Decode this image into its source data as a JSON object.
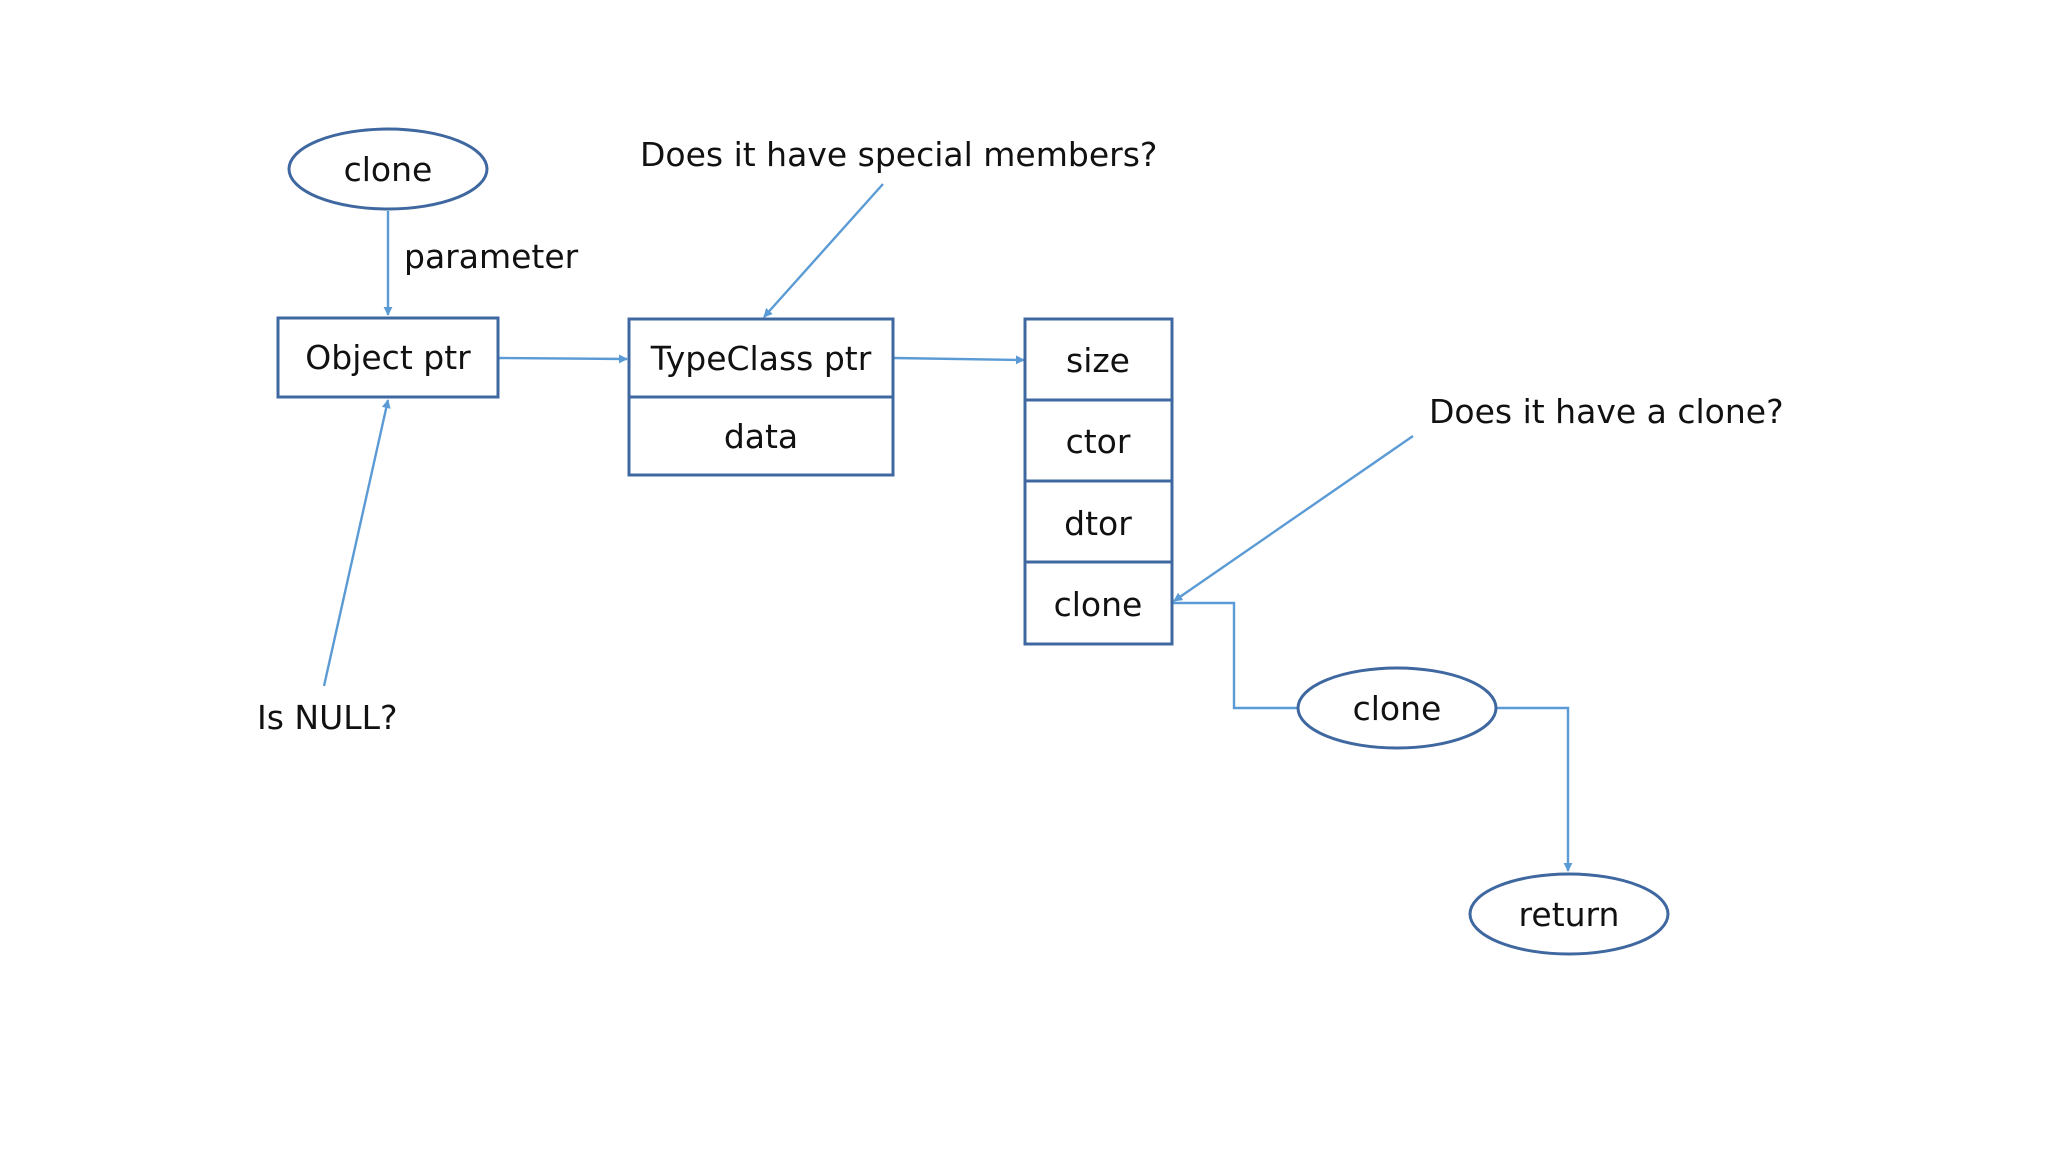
{
  "diagram": {
    "nodes": {
      "clone_start": "clone",
      "object_ptr": "Object ptr",
      "typeclass_ptr": "TypeClass ptr",
      "data": "data",
      "size": "size",
      "ctor": "ctor",
      "dtor": "dtor",
      "clone_slot": "clone",
      "clone_call": "clone",
      "return": "return"
    },
    "annotations": {
      "parameter": "parameter",
      "special_members_question": "Does it have special members?",
      "clone_question": "Does it have a clone?",
      "null_question": "Is NULL?"
    }
  },
  "colors": {
    "shape_stroke": "#3f68a0",
    "connector": "#5b9bd5",
    "text": "#111111",
    "background": "#ffffff"
  }
}
